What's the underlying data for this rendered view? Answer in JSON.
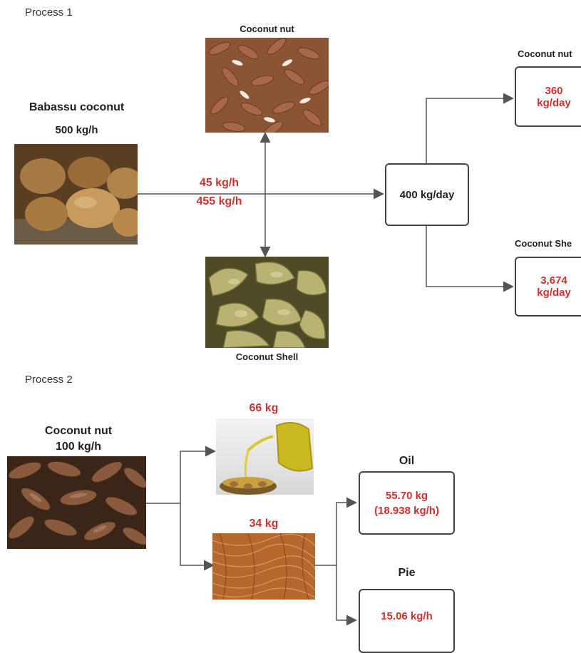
{
  "process1": {
    "title": "Process 1",
    "source": {
      "name": "Babassu coconut",
      "rate": "500 kg/h"
    },
    "flow_top": "45 kg/h",
    "flow_bottom": "455 kg/h",
    "nut_label": "Coconut nut",
    "shell_label": "Coconut Shell",
    "hub": "400 kg/day",
    "out_nut": {
      "label": "Coconut nut",
      "value_line1": "360",
      "value_line2": "kg/day"
    },
    "out_shell": {
      "label": "Coconut She",
      "value_line1": "3,674",
      "value_line2": "kg/day"
    }
  },
  "process2": {
    "title": "Process 2",
    "source": {
      "name": "Coconut nut",
      "rate": "100 kg/h"
    },
    "oil_qty": "66 kg",
    "fiber_qty": "34 kg",
    "oil": {
      "label": "Oil",
      "value_line1": "55.70 kg",
      "value_line2": "(18.938 kg/h)"
    },
    "pie": {
      "label": "Pie",
      "value": "15.06 kg/h"
    }
  },
  "colors": {
    "value_red": "#d03030",
    "line": "#555555",
    "box_border": "#444444"
  }
}
